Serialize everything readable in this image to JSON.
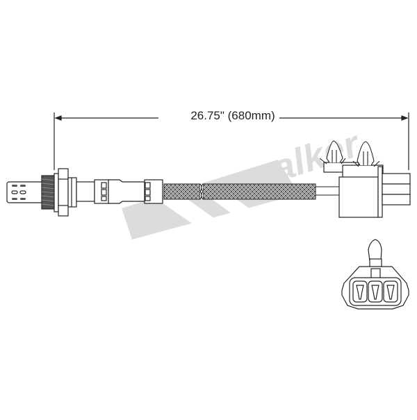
{
  "diagram": {
    "subject": "Oxygen sensor with wiring harness and 3-pin connector",
    "dimension": {
      "label": "26.75\" (680mm)",
      "length_in": 26.75,
      "length_mm": 680
    },
    "watermark": {
      "text": "Walker",
      "color": "#d9d9d9"
    },
    "parts": {
      "sensor_tip": "sensor-probe",
      "thread": "threaded-body",
      "hex": "hex-nut",
      "harness": "braided-wire",
      "clips": [
        "clip-1",
        "clip-2"
      ],
      "connector_side": "connector-side-view",
      "connector_front": "connector-front-view",
      "pins": 3
    },
    "colors": {
      "line": "#222222",
      "braid": "#555555",
      "background": "#ffffff"
    }
  }
}
